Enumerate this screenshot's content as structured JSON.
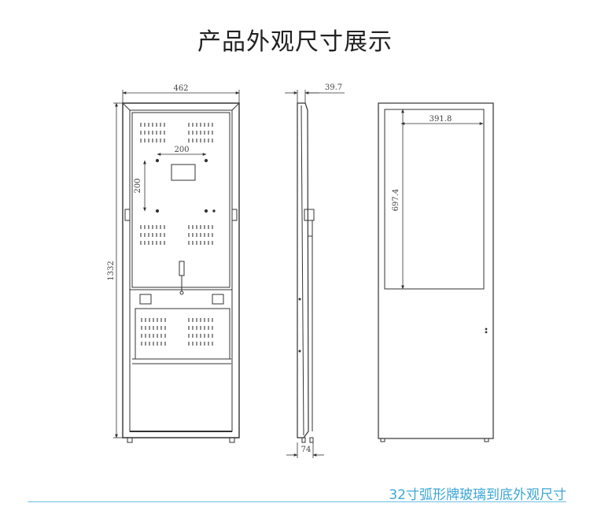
{
  "title": "产品外观尺寸展示",
  "caption": "32寸弧形牌玻璃到底外观尺寸",
  "dimensions": {
    "front_width": "462",
    "front_height": "1332",
    "vesa_horizontal": "200",
    "vesa_vertical": "200",
    "side_depth_top": "39.7",
    "side_depth_bottom": "74",
    "screen_width": "391.8",
    "screen_height": "697.4"
  },
  "colors": {
    "line": "#333333",
    "accent": "#3aa6d8"
  }
}
